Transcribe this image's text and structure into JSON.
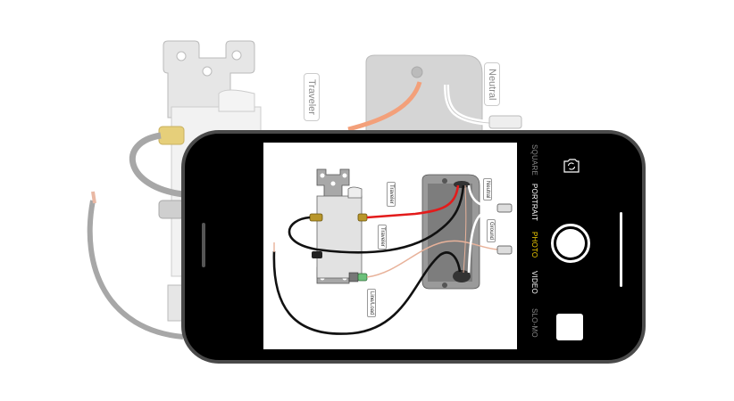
{
  "background_diagram": {
    "labels": {
      "traveler": "Traveler",
      "neutral": "Neutral"
    }
  },
  "phone": {
    "camera": {
      "modes": [
        {
          "label": "SLO-MO",
          "state": "dim"
        },
        {
          "label": "VIDEO",
          "state": "normal"
        },
        {
          "label": "PHOTO",
          "state": "active"
        },
        {
          "label": "PORTRAIT",
          "state": "normal"
        },
        {
          "label": "SQUARE",
          "state": "dim"
        }
      ],
      "active_mode": "PHOTO",
      "accent_color": "#f5d000",
      "icons": {
        "shutter": "shutter-button-icon",
        "flip": "camera-flip-icon",
        "thumbnail": "last-photo-thumbnail"
      }
    },
    "viewfinder": {
      "labels": {
        "traveler_1": "Traveler",
        "traveler_2": "Traveler",
        "neutral": "Neutral",
        "ground": "Ground",
        "line_load": "Line/Load"
      }
    }
  },
  "colors": {
    "phone_body": "#000000",
    "phone_bezel": "#4a4a4a",
    "wire_red": "#e31b1b",
    "wire_black": "#111111",
    "wire_copper": "#e8b29a",
    "brass_screw": "#b8962a",
    "green_screw": "#6cc07a"
  }
}
